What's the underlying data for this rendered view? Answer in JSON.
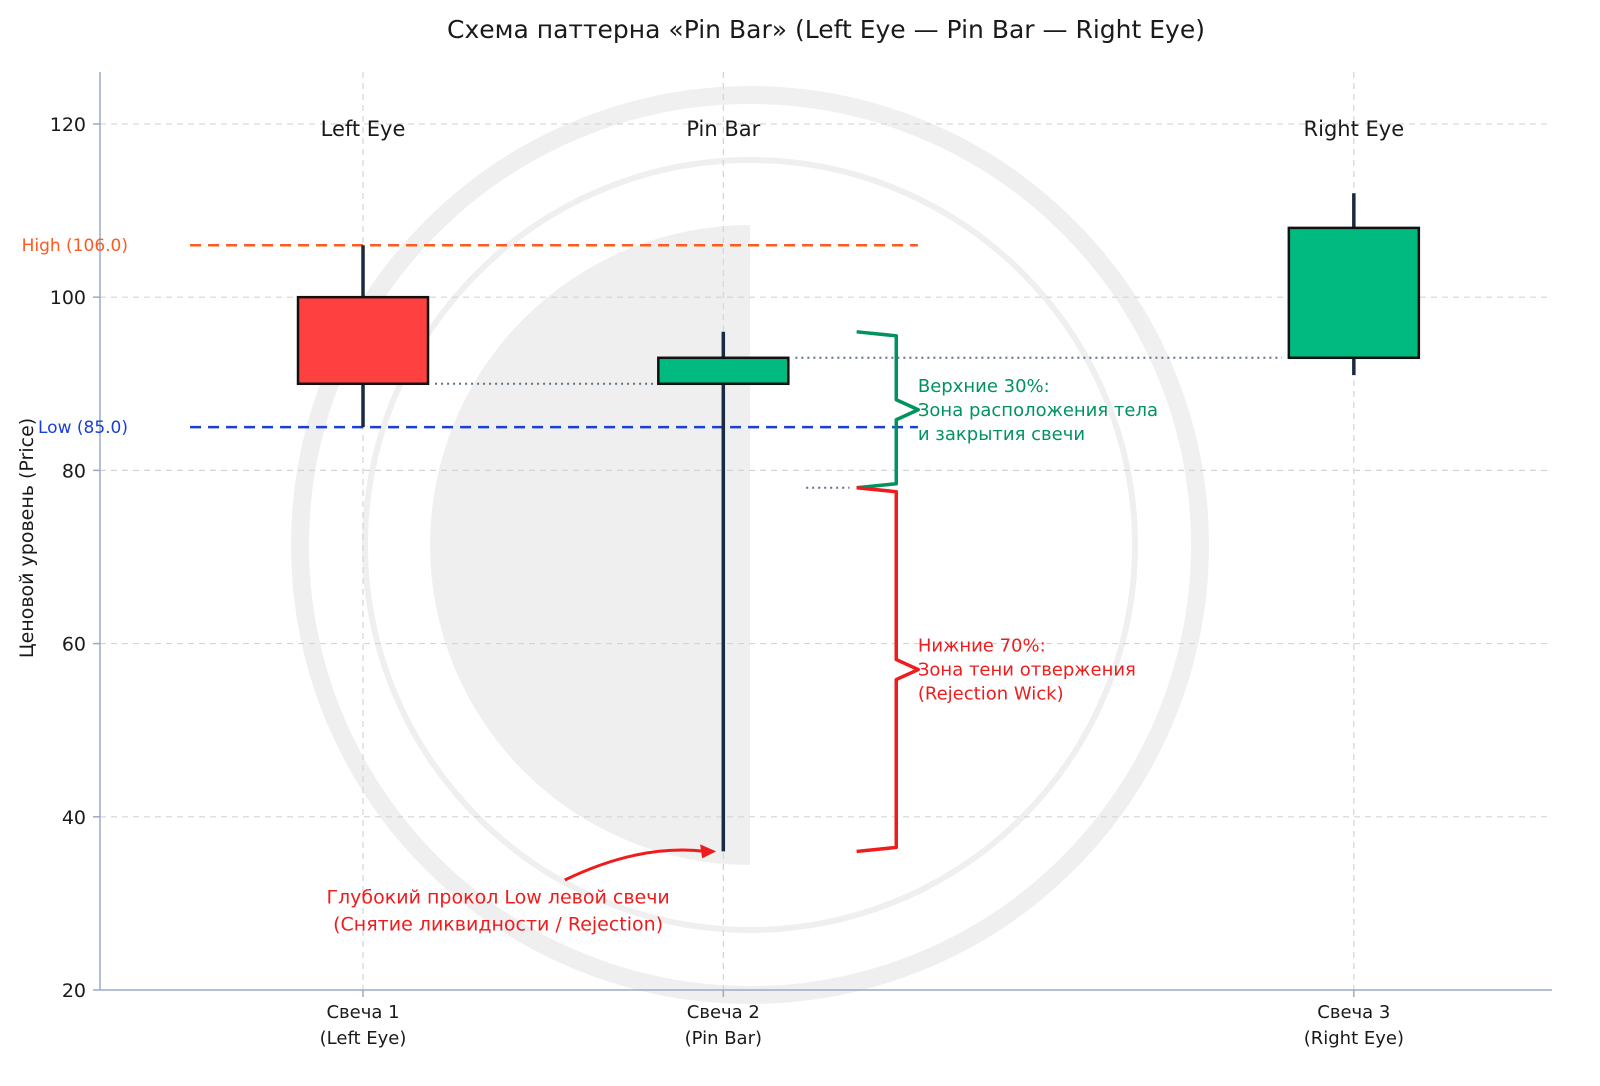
{
  "chart_data": {
    "type": "candlestick",
    "title": "Схема паттерна «Pin Bar» (Left Eye — Pin Bar — Right Eye)",
    "xlabel": "",
    "ylabel": "Ценовой уровень (Price)",
    "ylim": [
      20,
      126
    ],
    "yticks": [
      20,
      40,
      60,
      80,
      100,
      120
    ],
    "grid": true,
    "x_positions": [
      1,
      2,
      3.75
    ],
    "xlim": [
      0.27,
      4.3
    ],
    "categories": [
      {
        "line1": "Свеча 1",
        "line2": "(Left Eye)"
      },
      {
        "line1": "Свеча 2",
        "line2": "(Pin Bar)"
      },
      {
        "line1": "Свеча 3",
        "line2": "(Right Eye)"
      }
    ],
    "candles": [
      {
        "name": "Left Eye",
        "open": 100,
        "close": 90,
        "high": 106,
        "low": 85,
        "color": "#FF4040"
      },
      {
        "name": "Pin Bar",
        "open": 90,
        "close": 93,
        "high": 96,
        "low": 36,
        "color": "#00BA7F"
      },
      {
        "name": "Right Eye",
        "open": 93,
        "close": 108,
        "high": 112,
        "low": 91,
        "color": "#00BA7F"
      }
    ],
    "reference_lines": [
      {
        "label": "High (106.0)",
        "value": 106,
        "x_from": 0.52,
        "x_to": 2.54,
        "color": "#FF5A1F"
      },
      {
        "label": "Low (85.0)",
        "value": 85,
        "x_from": 0.52,
        "x_to": 2.54,
        "color": "#1A3FD6"
      }
    ],
    "dotted_lines": [
      {
        "value": 90,
        "x_from": 1.2,
        "x_to": 1.82
      },
      {
        "value": 93,
        "x_from": 2.2,
        "x_to": 3.55
      },
      {
        "value": 78,
        "x_from": 2.23,
        "x_to": 2.35
      }
    ],
    "zones": [
      {
        "from": 78,
        "to": 96,
        "color": "#00935E",
        "lines": [
          "Верхние 30%:",
          "Зона расположения тела",
          "и закрытия свечи"
        ]
      },
      {
        "from": 36,
        "to": 78,
        "color": "#EE1C1C",
        "lines": [
          "Нижние 70%:",
          "Зона тени отвержения",
          "(Rejection Wick)"
        ]
      }
    ],
    "annotation": {
      "lines": [
        "Глубокий прокол Low левой свечи",
        "(Снятие ликвидности / Rejection)"
      ],
      "color": "#EE1C1C",
      "x": 1.375,
      "y": 30,
      "target_x": 1.98,
      "target_y": 36
    },
    "colors": {
      "axis": "#9AAAC4",
      "grid": "#D0D5DB",
      "wick": "#1A2A40",
      "text": "#1A1A1A"
    }
  }
}
